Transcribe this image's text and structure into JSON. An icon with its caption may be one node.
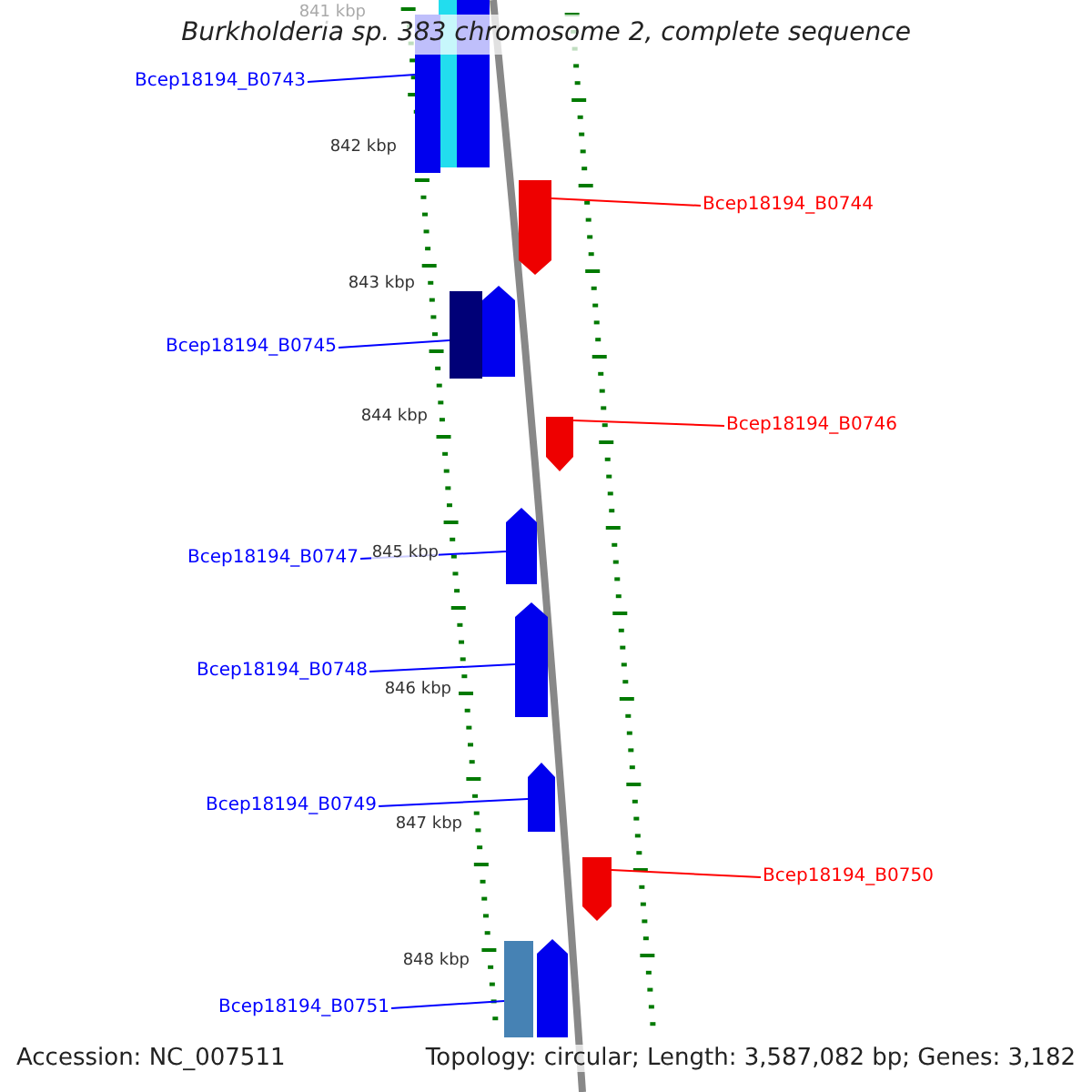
{
  "diagram": {
    "title": "Burkholderia sp. 383 chromosome 2, complete sequence",
    "nodes": [
      {
        "text": [
          "Bcep18194_B0743"
        ]
      },
      {
        "text": [
          "Bcep18194_B0744"
        ]
      },
      {
        "text": [
          "Bcep18194_B0745"
        ]
      },
      {
        "text": [
          "Bcep18194_B0746"
        ]
      },
      {
        "text": [
          "Bcep18194_B0747"
        ]
      },
      {
        "text": [
          "Bcep18194_B0748"
        ]
      },
      {
        "text": [
          "Bcep18194_B0749"
        ]
      },
      {
        "text": [
          "Bcep18194_B0750"
        ]
      },
      {
        "text": [
          "Bcep18194_B0751"
        ]
      },
      {
        "text": [],
        "shape": "bar"
      },
      {
        "text": [],
        "shape": "bar"
      },
      {
        "text": [],
        "shape": "bar"
      },
      {
        "text": [],
        "shape": "bar"
      },
      {
        "text": [],
        "shape": "bar"
      },
      {
        "text": [],
        "shape": "bar"
      },
      {
        "text": [],
        "shape": "bar"
      },
      {
        "text": [],
        "shape": "bar"
      },
      {
        "text": [],
        "shape": "bar"
      }
    ],
    "edges": [
      {
        "from": 0,
        "to": 9,
        "arrow": "none",
        "color": "#0000ff"
      },
      {
        "from": 1,
        "to": 10,
        "arrow": "none",
        "color": "#ff0000"
      },
      {
        "from": 2,
        "to": 11,
        "arrow": "none",
        "color": "#0000ff"
      },
      {
        "from": 3,
        "to": 12,
        "arrow": "none",
        "color": "#ff0000"
      },
      {
        "from": 4,
        "to": 13,
        "arrow": "none",
        "color": "#0000ff"
      },
      {
        "from": 5,
        "to": 14,
        "arrow": "none",
        "color": "#0000ff"
      },
      {
        "from": 6,
        "to": 15,
        "arrow": "none",
        "color": "#0000ff"
      },
      {
        "from": 7,
        "to": 16,
        "arrow": "none",
        "color": "#ff0000"
      },
      {
        "from": 8,
        "to": 17,
        "arrow": "none",
        "color": "#0000ff"
      }
    ],
    "labels": [
      "841 kbp",
      "842 kbp",
      "843 kbp",
      "844 kbp",
      "845 kbp",
      "846 kbp",
      "847 kbp",
      "848 kbp",
      "Accession: NC_007511",
      "Topology: circular; Length: 3,587,082 bp; Genes: 3,182"
    ]
  }
}
